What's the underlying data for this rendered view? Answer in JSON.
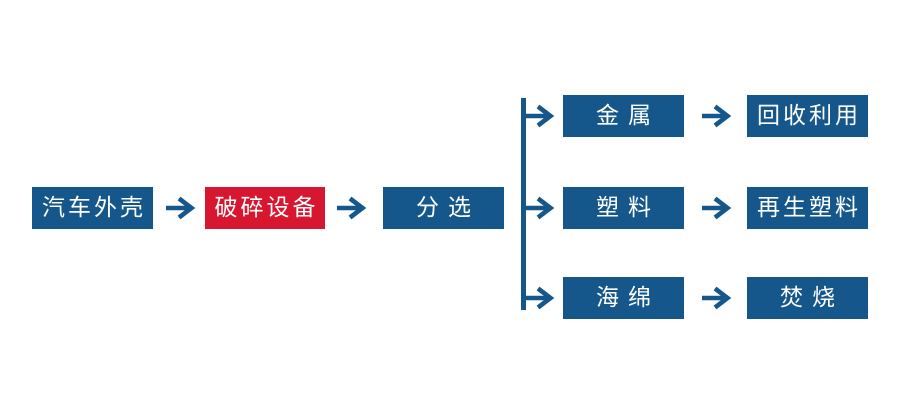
{
  "flowchart": {
    "main_flow": {
      "source_label": "汽车外壳",
      "crusher_label": "破碎设备",
      "sorting_label": "分选"
    },
    "branches": [
      {
        "material_label": "金属",
        "destination_label": "回收利用"
      },
      {
        "material_label": "塑料",
        "destination_label": "再生塑料"
      },
      {
        "material_label": "海绵",
        "destination_label": "焚烧"
      }
    ],
    "arrow_glyph": "→"
  },
  "colors": {
    "node_blue": "#15578A",
    "highlight_red": "#D6172F",
    "label_text": "#FFFFFF",
    "background": "#FFFFFF"
  }
}
